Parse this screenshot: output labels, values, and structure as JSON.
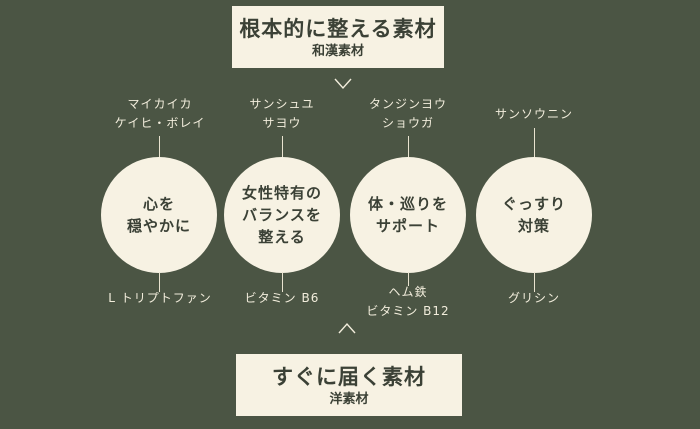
{
  "top_box": {
    "title": "根本的に整える素材",
    "subtitle": "和漢素材"
  },
  "bottom_box": {
    "title": "すぐに届く素材",
    "subtitle": "洋素材"
  },
  "columns": [
    {
      "top_labels": [
        "マイカイカ",
        "ケイヒ・ボレイ"
      ],
      "circle_lines": [
        "心を",
        "穏やかに"
      ],
      "bottom_labels": [
        "L トリプトファン"
      ]
    },
    {
      "top_labels": [
        "サンシュユ",
        "サヨウ"
      ],
      "circle_lines": [
        "女性特有の",
        "バランスを",
        "整える"
      ],
      "bottom_labels": [
        "ビタミン B6"
      ]
    },
    {
      "top_labels": [
        "タンジンヨウ",
        "ショウガ"
      ],
      "circle_lines": [
        "体・巡りを",
        "サポート"
      ],
      "bottom_labels": [
        "ヘム鉄",
        "ビタミン B12"
      ]
    },
    {
      "top_labels": [
        "サンソウニン"
      ],
      "circle_lines": [
        "ぐっすり",
        "対策"
      ],
      "bottom_labels": [
        "グリシン"
      ]
    }
  ],
  "colors": {
    "background": "#4b5544",
    "panel": "#f7f2e3",
    "text_dark": "#3b4136",
    "text_light": "#f2eddc"
  },
  "icons": {
    "down": "chevron-down-icon",
    "up": "chevron-up-icon"
  }
}
